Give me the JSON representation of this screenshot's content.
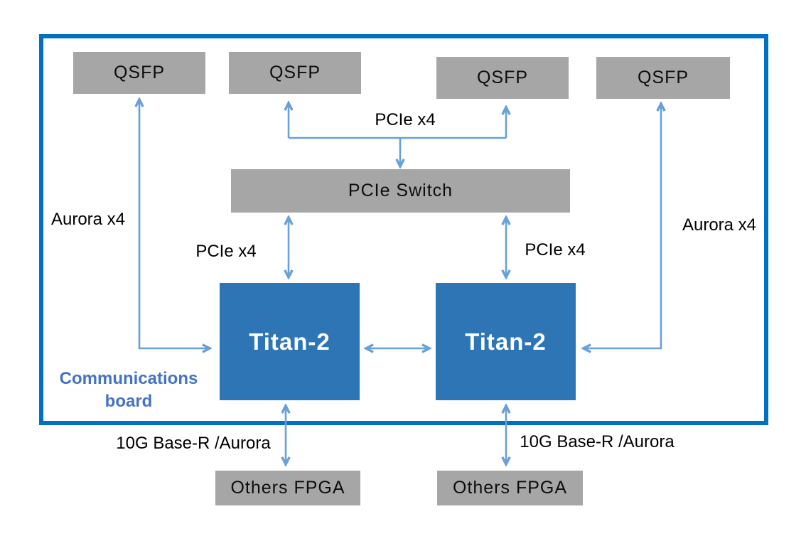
{
  "diagram": {
    "board": {
      "caption": "Communications\nboard"
    },
    "blocks": {
      "qsfp": [
        {
          "label": "QSFP"
        },
        {
          "label": "QSFP"
        },
        {
          "label": "QSFP"
        },
        {
          "label": "QSFP"
        }
      ],
      "pcie_switch": {
        "label": "PCIe Switch"
      },
      "titan": [
        {
          "label": "Titan-2"
        },
        {
          "label": "Titan-2"
        }
      ],
      "others_fpga": [
        {
          "label": "Others FPGA"
        },
        {
          "label": "Others FPGA"
        }
      ]
    },
    "connection_labels": {
      "aurora_left": "Aurora x4",
      "aurora_right": "Aurora x4",
      "pcie_top": "PCIe x4",
      "pcie_left": "PCIe x4",
      "pcie_right": "PCIe x4",
      "base_r_left": "10G Base-R /Aurora",
      "base_r_right": "10G Base-R /Aurora"
    },
    "colors": {
      "board_border": "#0070c0",
      "gray_block": "#a6a6a6",
      "blue_block": "#2e75b6",
      "arrow": "#69a0d7",
      "caption_text": "#4472c4"
    }
  }
}
